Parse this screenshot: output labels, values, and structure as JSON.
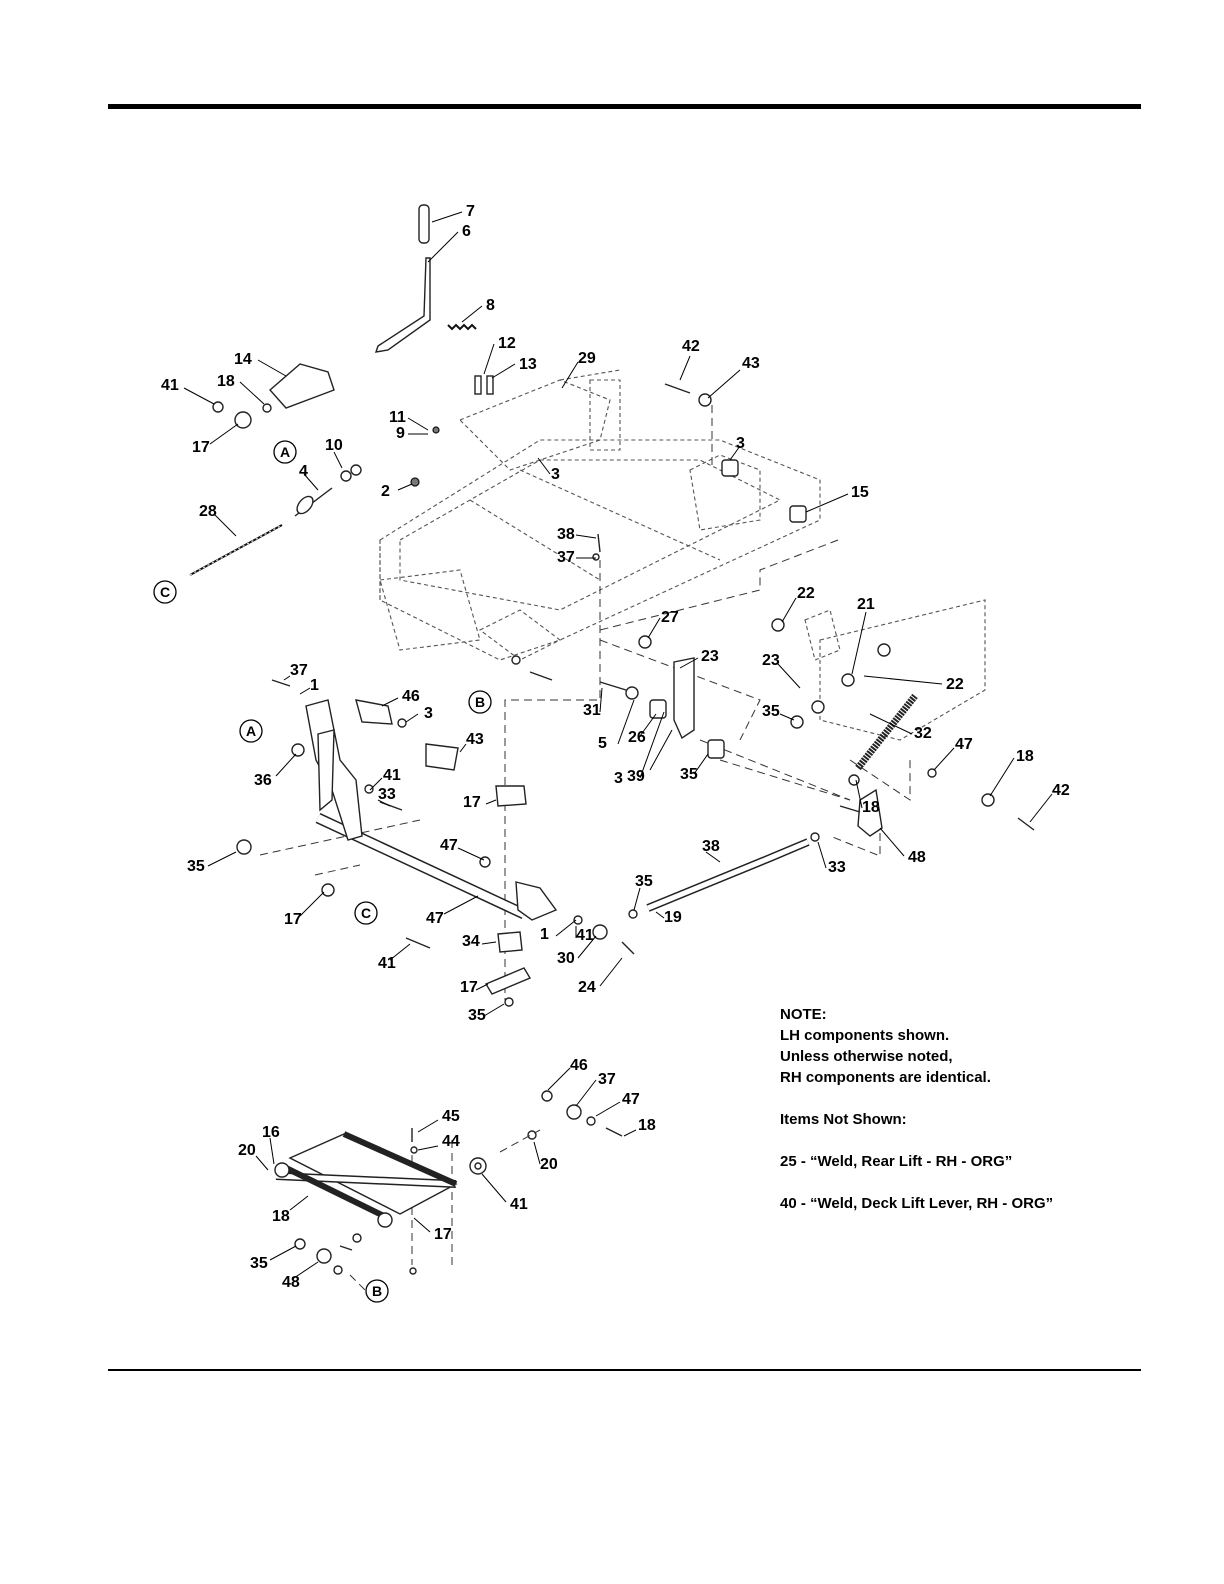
{
  "note": {
    "heading": "NOTE:",
    "lines": [
      "LH components shown.",
      "Unless otherwise noted,",
      "RH components are identical."
    ],
    "items_heading": "Items Not Shown:",
    "items": [
      "25 - “Weld, Rear Lift - RH - ORG”",
      "40 - “Weld, Deck Lift Lever, RH - ORG”"
    ]
  },
  "callouts": [
    "7",
    "6",
    "8",
    "12",
    "13",
    "29",
    "42",
    "43",
    "14",
    "18",
    "41",
    "17",
    "11",
    "9",
    "3",
    "15",
    "10",
    "2",
    "3",
    "4",
    "28",
    "38",
    "37",
    "27",
    "22",
    "21",
    "23",
    "23",
    "22",
    "35",
    "47",
    "42",
    "31",
    "46",
    "37",
    "1",
    "3",
    "26",
    "32",
    "43",
    "5",
    "3",
    "39",
    "35",
    "36",
    "41",
    "33",
    "35",
    "17",
    "47",
    "41",
    "30",
    "24",
    "18",
    "18",
    "48",
    "38",
    "33",
    "35",
    "17",
    "47",
    "19",
    "34",
    "1",
    "41",
    "17",
    "35",
    "46",
    "37",
    "47",
    "45",
    "44",
    "18",
    "16",
    "20",
    "20",
    "41",
    "18",
    "17",
    "35",
    "48"
  ],
  "ref_letters": [
    "A",
    "C",
    "B",
    "A",
    "C",
    "B"
  ]
}
